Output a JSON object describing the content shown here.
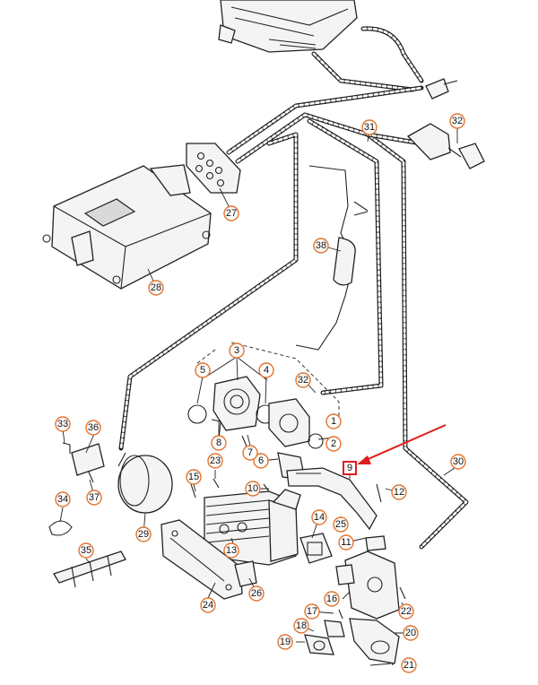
{
  "diagram": {
    "accent_color": "#e2742d",
    "highlight_color": "#e01b1b",
    "callouts": [
      {
        "id": "c3",
        "label": "3"
      },
      {
        "id": "c4",
        "label": "4"
      },
      {
        "id": "c5",
        "label": "5"
      },
      {
        "id": "c1",
        "label": "1"
      },
      {
        "id": "c2",
        "label": "2"
      },
      {
        "id": "c6",
        "label": "6"
      },
      {
        "id": "c7",
        "label": "7"
      },
      {
        "id": "c8",
        "label": "8"
      },
      {
        "id": "c10",
        "label": "10"
      },
      {
        "id": "c11",
        "label": "11"
      },
      {
        "id": "c12",
        "label": "12"
      },
      {
        "id": "c13",
        "label": "13"
      },
      {
        "id": "c14",
        "label": "14"
      },
      {
        "id": "c15",
        "label": "15"
      },
      {
        "id": "c16",
        "label": "16"
      },
      {
        "id": "c17",
        "label": "17"
      },
      {
        "id": "c18",
        "label": "18"
      },
      {
        "id": "c19",
        "label": "19"
      },
      {
        "id": "c20",
        "label": "20"
      },
      {
        "id": "c21",
        "label": "21"
      },
      {
        "id": "c22",
        "label": "22"
      },
      {
        "id": "c23",
        "label": "23"
      },
      {
        "id": "c24",
        "label": "24"
      },
      {
        "id": "c25",
        "label": "25"
      },
      {
        "id": "c26",
        "label": "26"
      },
      {
        "id": "c27",
        "label": "27"
      },
      {
        "id": "c28",
        "label": "28"
      },
      {
        "id": "c29",
        "label": "29"
      },
      {
        "id": "c30",
        "label": "30"
      },
      {
        "id": "c31",
        "label": "31"
      },
      {
        "id": "c32a",
        "label": "32"
      },
      {
        "id": "c32b",
        "label": "32"
      },
      {
        "id": "c33",
        "label": "33"
      },
      {
        "id": "c34",
        "label": "34"
      },
      {
        "id": "c35",
        "label": "35"
      },
      {
        "id": "c36",
        "label": "36"
      },
      {
        "id": "c37",
        "label": "37"
      },
      {
        "id": "c38",
        "label": "38"
      }
    ],
    "highlighted": {
      "label": "9"
    }
  }
}
